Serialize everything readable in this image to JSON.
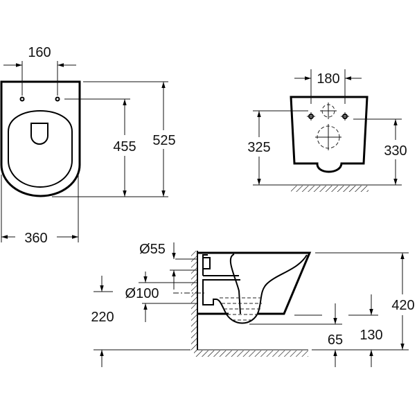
{
  "drawing": {
    "top_view": {
      "hole_spacing": "160",
      "hole_to_front": "455",
      "length": "525",
      "width": "360"
    },
    "front_view": {
      "bolt_spacing": "180",
      "inlet_height_left": "325",
      "inlet_height_right": "330"
    },
    "side_view": {
      "inlet_diameter": "Ø55",
      "outlet_diameter": "Ø100",
      "outlet_height": "220",
      "trap_depth": "65",
      "rim_to_bottom": "130",
      "height": "420"
    },
    "line_color": "#000000",
    "background_color": "#ffffff"
  }
}
